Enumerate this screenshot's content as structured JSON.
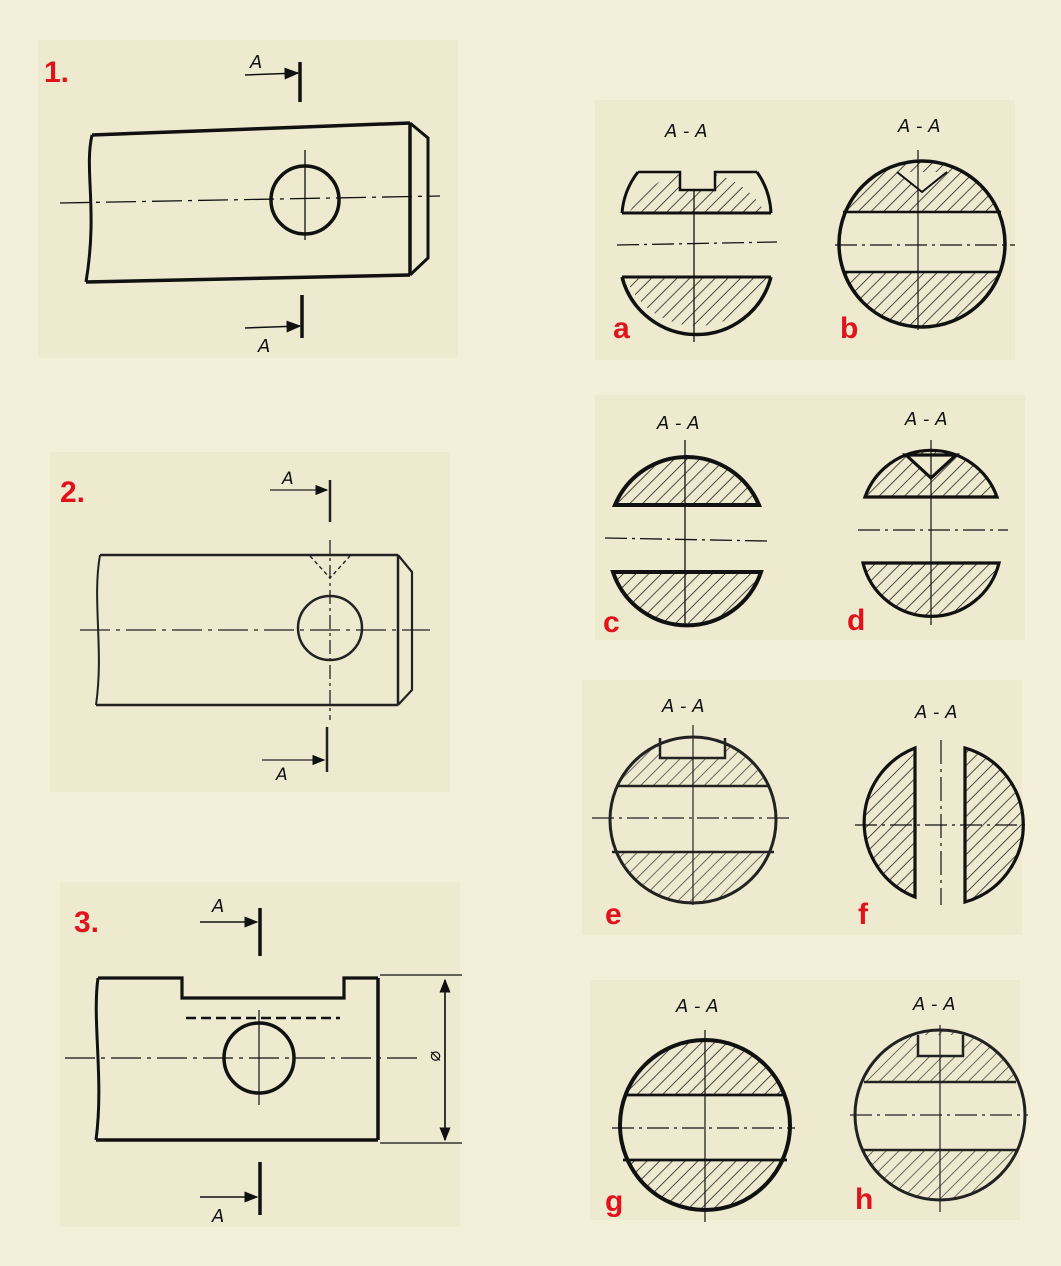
{
  "problems": [
    {
      "number": "1."
    },
    {
      "number": "2."
    },
    {
      "number": "3."
    }
  ],
  "section_marker": "A",
  "diameter_symbol": "⌀",
  "sections": [
    {
      "letter": "a",
      "title": "A - A"
    },
    {
      "letter": "b",
      "title": "A - A"
    },
    {
      "letter": "c",
      "title": "A - A"
    },
    {
      "letter": "d",
      "title": "A - A"
    },
    {
      "letter": "e",
      "title": "A - A"
    },
    {
      "letter": "f",
      "title": "A - A"
    },
    {
      "letter": "g",
      "title": "A - A"
    },
    {
      "letter": "h",
      "title": "A - A"
    }
  ],
  "colors": {
    "label": "#e0121a",
    "paper": "#eeead0",
    "ink": "#111111"
  }
}
